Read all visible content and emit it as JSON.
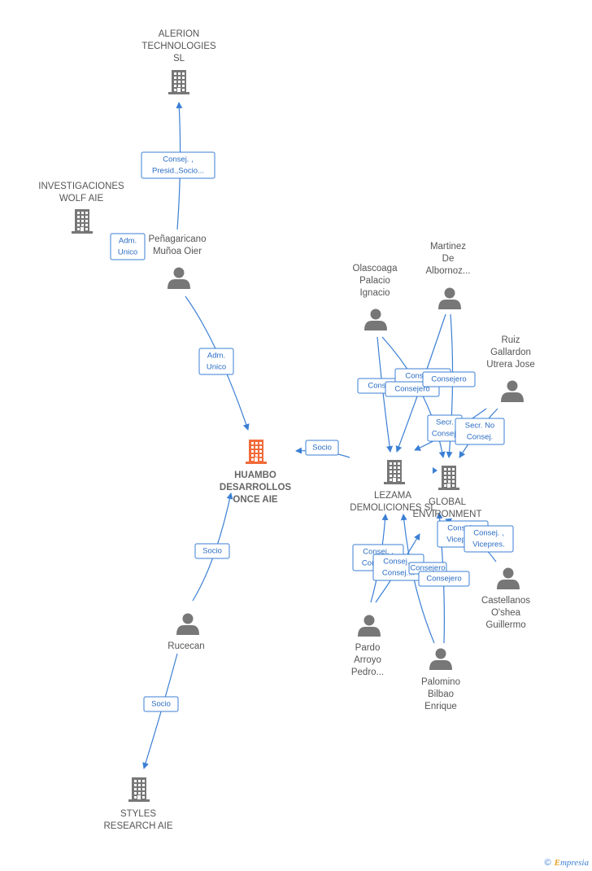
{
  "colors": {
    "edge": "#3b7fd4",
    "company": "#777777",
    "main_company": "#f26b3a",
    "person": "#777777"
  },
  "nodes": [
    {
      "id": "alerion",
      "kind": "company",
      "label": [
        "ALERION",
        "TECHNOLOGIES",
        "SL"
      ]
    },
    {
      "id": "investigaciones",
      "kind": "company",
      "label": [
        "INVESTIGACIONES",
        "WOLF AIE"
      ]
    },
    {
      "id": "penagaricano",
      "kind": "person",
      "label": [
        "Peñagaricano",
        "Muñoa Oier"
      ]
    },
    {
      "id": "huambo",
      "kind": "main",
      "label": [
        "HUAMBO",
        "DESARROLLOS",
        "ONCE AIE"
      ]
    },
    {
      "id": "rucecan",
      "kind": "person",
      "label": [
        "Rucecan"
      ]
    },
    {
      "id": "styles",
      "kind": "company",
      "label": [
        "STYLES",
        "RESEARCH AIE"
      ]
    },
    {
      "id": "olascoaga",
      "kind": "person",
      "label": [
        "Olascoaga",
        "Palacio",
        "Ignacio"
      ]
    },
    {
      "id": "martinez",
      "kind": "person",
      "label": [
        "Martinez",
        "De",
        "Albornoz..."
      ]
    },
    {
      "id": "ruiz",
      "kind": "person",
      "label": [
        "Ruiz",
        "Gallardon",
        "Utrera Jose"
      ]
    },
    {
      "id": "lezama",
      "kind": "company",
      "label": [
        "LEZAMA",
        "DEMOLICIONES SL"
      ]
    },
    {
      "id": "global",
      "kind": "company",
      "label": [
        "GLOBAL",
        "ENVIRONMENT"
      ]
    },
    {
      "id": "castellanos",
      "kind": "person",
      "label": [
        "Castellanos",
        "O'shea",
        "Guillermo"
      ]
    },
    {
      "id": "pardo",
      "kind": "person",
      "label": [
        "Pardo",
        "Arroyo",
        "Pedro..."
      ]
    },
    {
      "id": "palomino",
      "kind": "person",
      "label": [
        "Palomino",
        "Bilbao",
        "Enrique"
      ]
    }
  ],
  "edge_labels": [
    {
      "id": "e-pen-alerion",
      "lines": [
        "Consej. ,",
        "Presid.,Socio..."
      ]
    },
    {
      "id": "e-pen-inv",
      "lines": [
        "Adm.",
        "Unico"
      ]
    },
    {
      "id": "e-pen-huambo",
      "lines": [
        "Adm.",
        "Unico"
      ]
    },
    {
      "id": "e-lezama-huambo",
      "lines": [
        "Socio"
      ]
    },
    {
      "id": "e-ruc-huambo",
      "lines": [
        "Socio"
      ]
    },
    {
      "id": "e-ruc-styles",
      "lines": [
        "Socio"
      ]
    },
    {
      "id": "e-ola-lez",
      "lines": [
        "Consejero"
      ]
    },
    {
      "id": "e-mar-lez",
      "lines": [
        "Consejero"
      ]
    },
    {
      "id": "e-ola-glob",
      "lines": [
        "Consejero"
      ]
    },
    {
      "id": "e-mar-glob",
      "lines": [
        "Consejero"
      ]
    },
    {
      "id": "e-ruiz-lez",
      "lines": [
        "Secr.",
        "Consej."
      ]
    },
    {
      "id": "e-ruiz-glob",
      "lines": [
        "Secr.  No",
        "Consej."
      ]
    },
    {
      "id": "e-par-lez",
      "lines": [
        "Consej. ,",
        "Consej...."
      ]
    },
    {
      "id": "e-par-glob",
      "lines": [
        "Consej. ,",
        "Consej...."
      ]
    },
    {
      "id": "e-pal-lez",
      "lines": [
        "Consejero"
      ]
    },
    {
      "id": "e-pal-lez2",
      "lines": [
        "Consejero"
      ]
    },
    {
      "id": "e-pal-glob",
      "lines": [
        "Consej. ,",
        "Vicepres."
      ]
    },
    {
      "id": "e-cas-glob",
      "lines": [
        "Consej. ,",
        "Vicepres."
      ]
    }
  ],
  "footer": {
    "copyright": "©",
    "brand_initial": "E",
    "brand_rest": "mpresia"
  }
}
